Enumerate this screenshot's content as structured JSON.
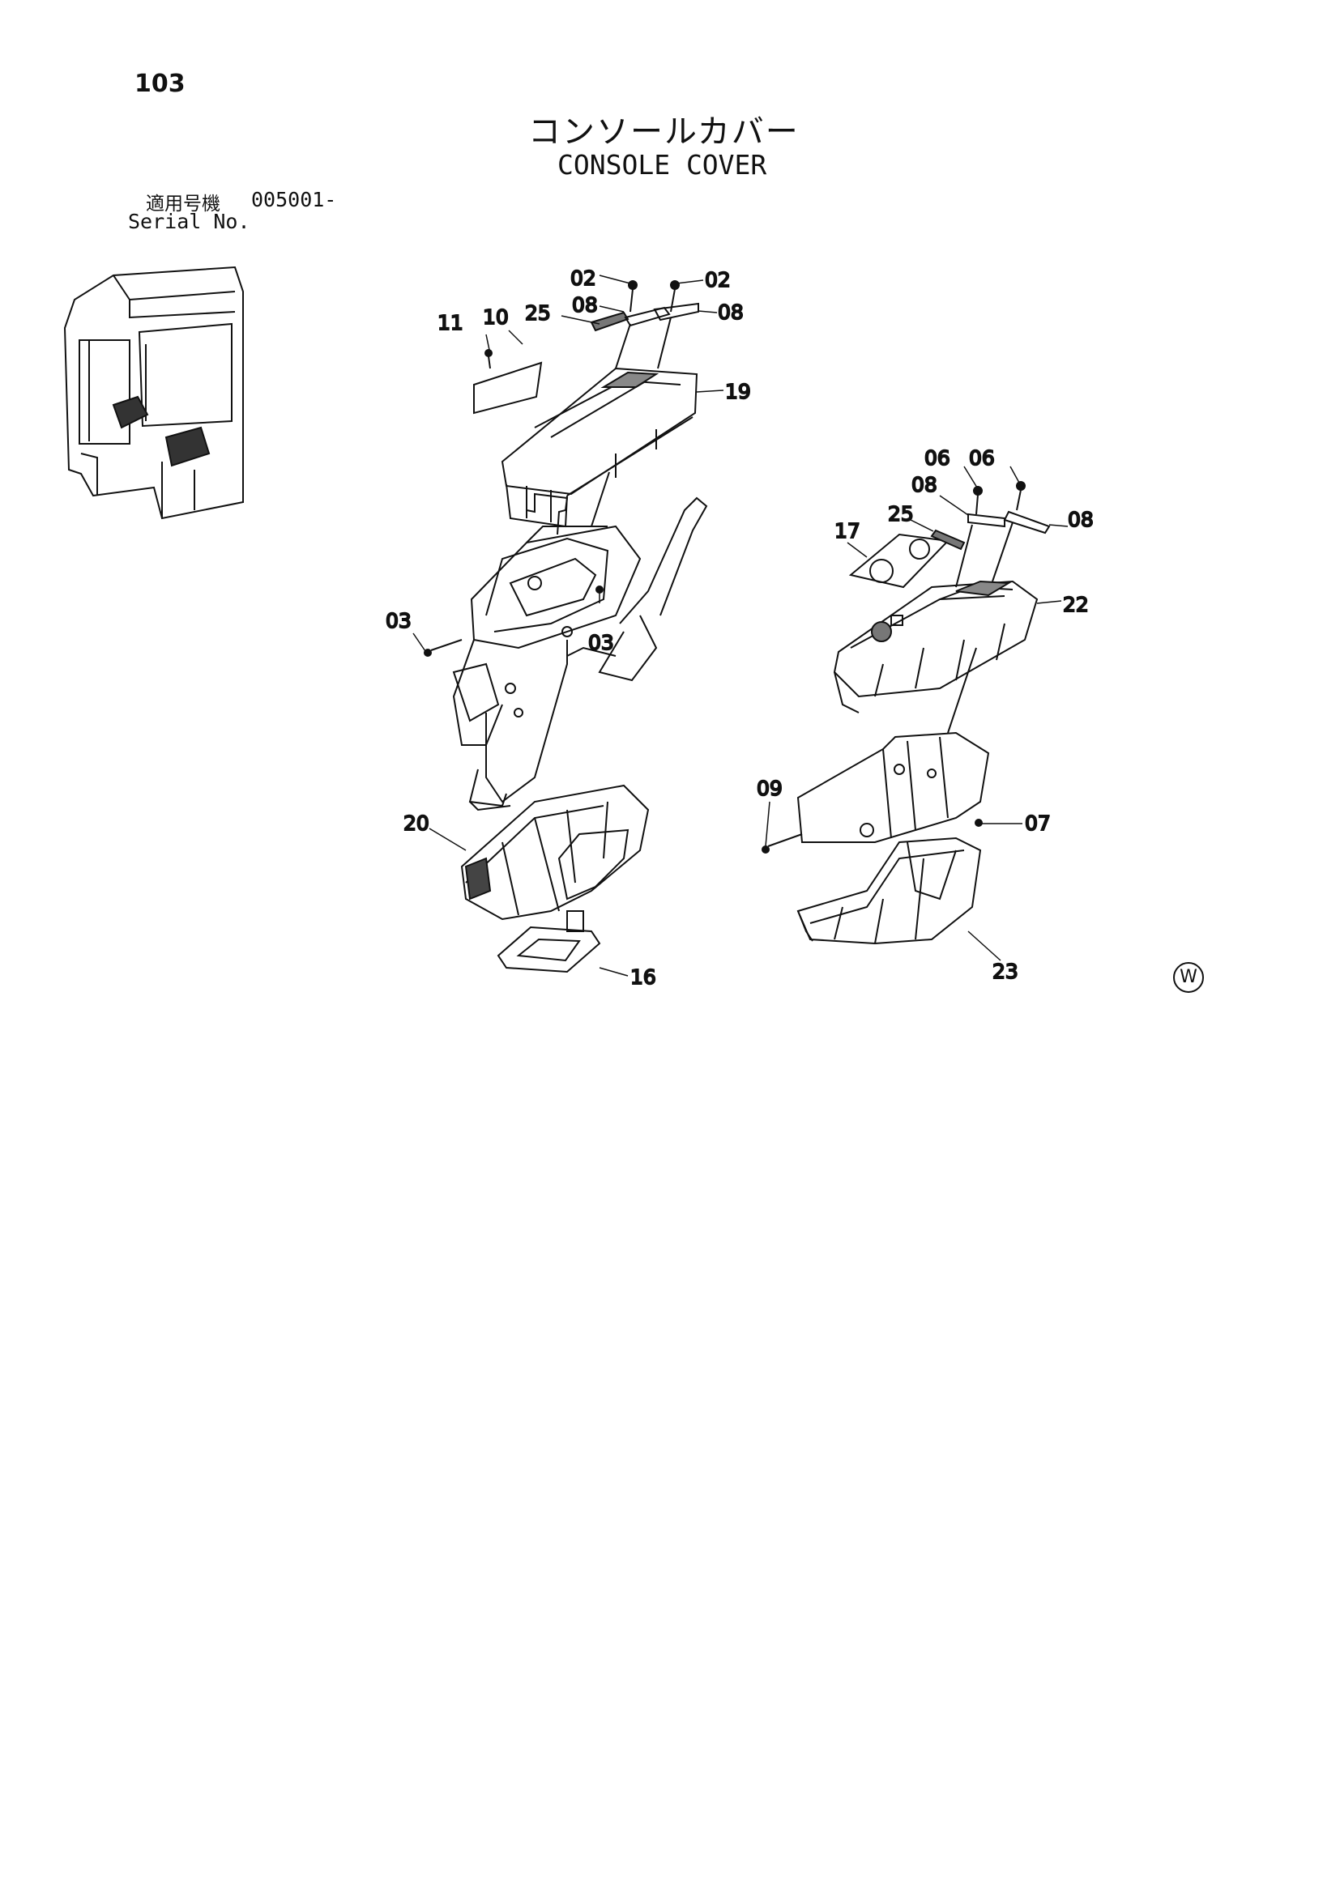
{
  "page": {
    "number": "103",
    "title_jp": "コンソールカバー",
    "title_en": "CONSOLE COVER",
    "serial_label_jp": "適用号機",
    "serial_value": "005001-",
    "serial_label_en": "Serial No.",
    "mark": "W"
  },
  "callouts": {
    "c02a": "02",
    "c02b": "02",
    "c08a": "08",
    "c08b": "08",
    "c11": "11",
    "c10": "10",
    "c25a": "25",
    "c19": "19",
    "c03a": "03",
    "c03b": "03",
    "c20": "20",
    "c16": "16",
    "c06a": "06",
    "c06b": "06",
    "c08c": "08",
    "c08d": "08",
    "c17": "17",
    "c25b": "25",
    "c22": "22",
    "c09": "09",
    "c07": "07",
    "c23": "23"
  }
}
